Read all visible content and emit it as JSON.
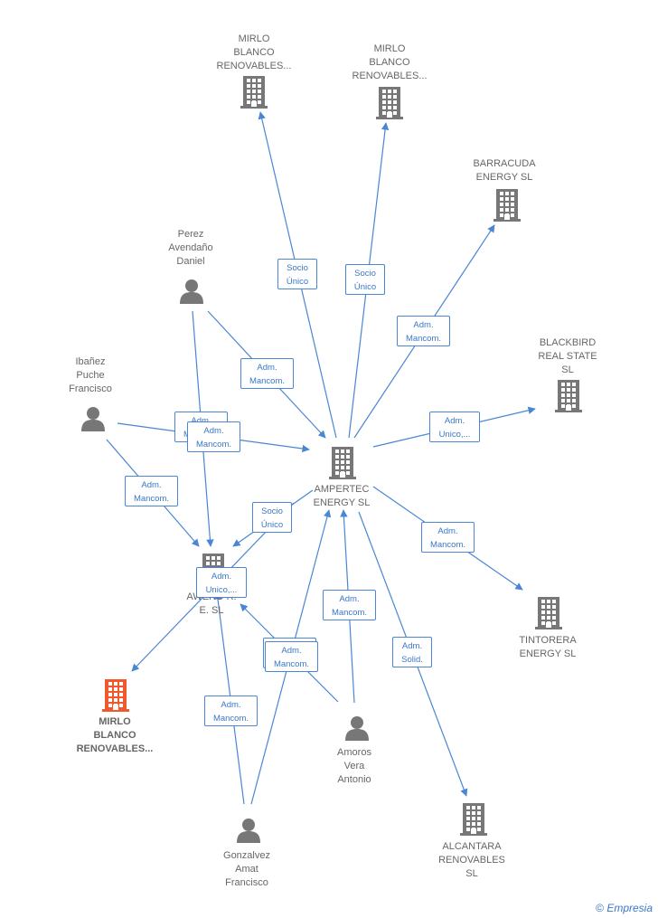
{
  "colors": {
    "edge": "#4a86d4",
    "node": "#777777",
    "highlight": "#f0592b"
  },
  "nodes": [
    {
      "id": "mirlo1",
      "type": "company",
      "label": "MIRLO\nBLANCO\nRENOVABLES...",
      "highlight": false
    },
    {
      "id": "mirlo2",
      "type": "company",
      "label": "MIRLO\nBLANCO\nRENOVABLES...",
      "highlight": false
    },
    {
      "id": "barracuda",
      "type": "company",
      "label": "BARRACUDA\nENERGY  SL",
      "highlight": false
    },
    {
      "id": "blackbird",
      "type": "company",
      "label": "BLACKBIRD\nREAL STATE\nSL",
      "highlight": false
    },
    {
      "id": "ampertec",
      "type": "company",
      "label": "AMPERTEC\nENERGY  SL",
      "highlight": false
    },
    {
      "id": "awero",
      "type": "company",
      "label": "AWERO R.\nE.  SL",
      "highlight": false
    },
    {
      "id": "tintorera",
      "type": "company",
      "label": "TINTORERA\nENERGY  SL",
      "highlight": false
    },
    {
      "id": "alcantara",
      "type": "company",
      "label": "ALCANTARA\nRENOVABLES\nSL",
      "highlight": false
    },
    {
      "id": "mirlo3",
      "type": "company",
      "label": "MIRLO\nBLANCO\nRENOVABLES...",
      "highlight": true
    },
    {
      "id": "perez",
      "type": "person",
      "label": "Perez\nAvendaño\nDaniel",
      "highlight": false
    },
    {
      "id": "ibanez",
      "type": "person",
      "label": "Ibañez\nPuche\nFrancisco",
      "highlight": false
    },
    {
      "id": "amoros",
      "type": "person",
      "label": "Amoros\nVera\nAntonio",
      "highlight": false
    },
    {
      "id": "gonzalvez",
      "type": "person",
      "label": "Gonzalvez\nAmat\nFrancisco",
      "highlight": false
    }
  ],
  "edge_labels": [
    {
      "id": "e1",
      "text": "Socio\nÚnico"
    },
    {
      "id": "e2",
      "text": "Socio\nÚnico"
    },
    {
      "id": "e3",
      "text": "Adm.\nMancom."
    },
    {
      "id": "e4",
      "text": "Adm.\nMancom."
    },
    {
      "id": "e5",
      "text": "Adm.\nUnico,..."
    },
    {
      "id": "e6",
      "text": "Adm.\nMancom."
    },
    {
      "id": "e7",
      "text": "Adm.\nMancom."
    },
    {
      "id": "e8",
      "text": "Adm.\nMancom."
    },
    {
      "id": "e9",
      "text": "Socio\nÚnico"
    },
    {
      "id": "e10",
      "text": "Adm.\nUnico,..."
    },
    {
      "id": "e11",
      "text": "Adm.\nMancom."
    },
    {
      "id": "e12",
      "text": "Adm.\nMancom."
    },
    {
      "id": "e13",
      "text": "Adm.\nMancom."
    },
    {
      "id": "e14",
      "text": "Adm.\nMancom."
    },
    {
      "id": "e15",
      "text": "Adm.\nSolid."
    },
    {
      "id": "e16",
      "text": "Adm.\nMancom."
    }
  ],
  "copyright": {
    "symbol": "©",
    "brand": "Empresia"
  }
}
